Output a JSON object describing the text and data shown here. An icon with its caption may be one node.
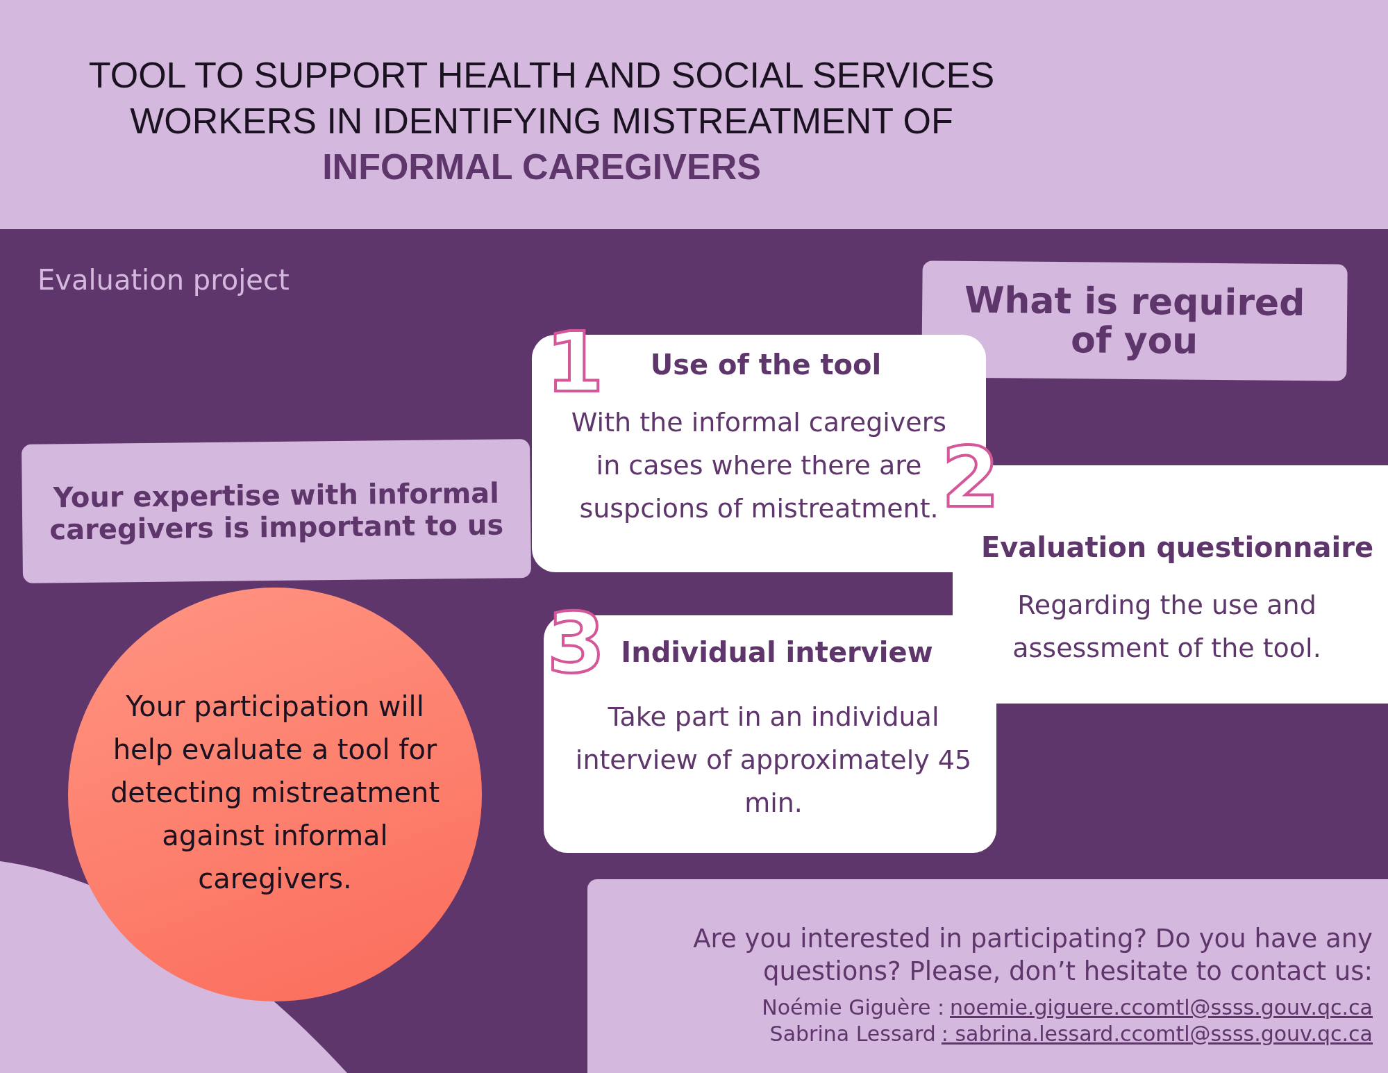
{
  "diagram": {
    "title": "TOOL TO SUPPORT HEALTH AND SOCIAL SERVICES WORKERS IN IDENTIFYING MISTREATMENT OF **INFORMAL CAREGIVERS**",
    "nodes": [
      {
        "text": [
          "Your expertise with informal caregivers is important to us"
        ]
      },
      {
        "text": [
          "Your participation will help evaluate a tool for detecting mistreatment against informal caregivers."
        ]
      },
      {
        "text": [
          "What is required of you"
        ]
      },
      {
        "text": [
          "1",
          "Use of the tool",
          "With the informal caregivers in cases where there are suspcions of mistreatment."
        ]
      },
      {
        "text": [
          "2",
          "Evaluation questionnaire",
          "Regarding the use and assessment of the tool."
        ]
      },
      {
        "text": [
          "3",
          "Individual interview",
          "Take part in an individual interview of approximately 45 min."
        ]
      },
      {
        "text": [
          "Are you interested in participating? Do you have any questions? Please, don’t hesitate to contact us:",
          "Noémie Giguère :",
          "noemie.giguere.ccomtl@ssss.gouv.qc.ca",
          "Sabrina Lessard",
          ": sabrina.lessard.ccomtl@ssss.gouv.qc.ca"
        ]
      }
    ],
    "labels": [
      "Evaluation project"
    ]
  }
}
